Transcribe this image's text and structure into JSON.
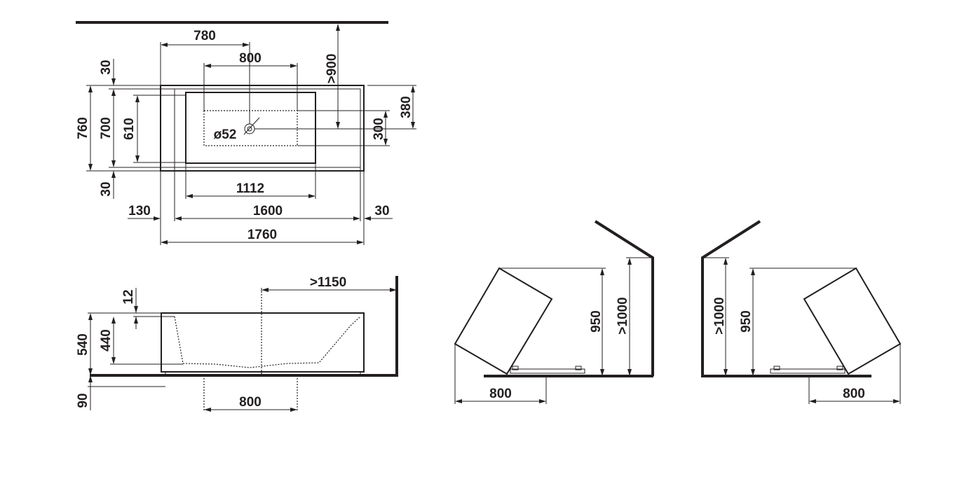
{
  "colors": {
    "line": "#231f20",
    "background": "#ffffff"
  },
  "plan_view": {
    "dimensions": {
      "d780": "780",
      "d800": "800",
      "d900": ">900",
      "d30_top": "30",
      "d760": "760",
      "d700": "700",
      "d610": "610",
      "d52": "ø52",
      "d300": "300",
      "d380": "380",
      "d30_bottom": "30",
      "d1112": "1112",
      "d130": "130",
      "d1600": "1600",
      "d30_right": "30",
      "d1760": "1760"
    }
  },
  "side_view": {
    "dimensions": {
      "d1150": ">1150",
      "d12": "12",
      "d540": "540",
      "d440": "440",
      "d90": "90",
      "d800": "800"
    }
  },
  "tilt_view_left": {
    "dimensions": {
      "d950": "950",
      "d1000": ">1000",
      "d800": "800"
    }
  },
  "tilt_view_right": {
    "dimensions": {
      "d1000": ">1000",
      "d950": "950",
      "d800": "800"
    }
  }
}
